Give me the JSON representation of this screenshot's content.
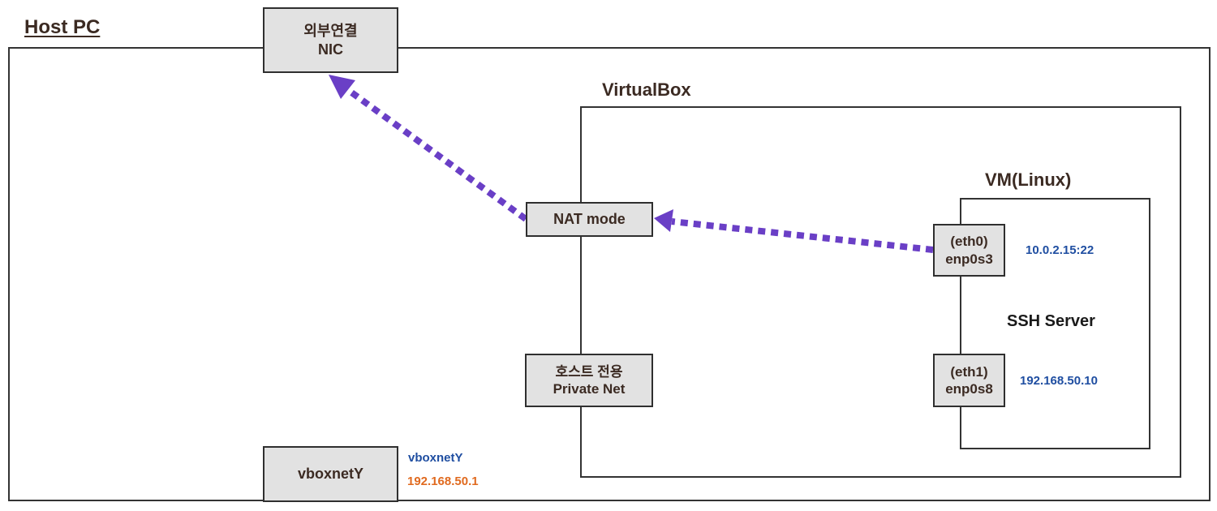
{
  "labels": {
    "host_pc": "Host PC",
    "virtualbox": "VirtualBox",
    "vm": "VM(Linux)",
    "ssh_server": "SSH Server"
  },
  "nics": {
    "external": {
      "line1": "외부연결",
      "line2": "NIC"
    },
    "nat": {
      "line1": "NAT mode"
    },
    "host_only": {
      "line1": "호스트 전용",
      "line2": "Private Net"
    },
    "eth0": {
      "line1": "(eth0)",
      "line2": "enp0s3"
    },
    "eth1": {
      "line1": "(eth1)",
      "line2": "enp0s8"
    },
    "vboxnet": {
      "line1": "vboxnetY"
    }
  },
  "addresses": {
    "eth0": "10.0.2.15:22",
    "eth1": "192.168.50.10",
    "vboxnet_name": "vboxnetY",
    "vboxnet_ip": "192.168.50.1"
  },
  "colors": {
    "arrow": "#6a3fc6",
    "ip_blue": "#1f4ea1",
    "ip_orange": "#e06a1f",
    "title_text": "#3b2a22",
    "nic_fill": "#e2e2e2"
  }
}
